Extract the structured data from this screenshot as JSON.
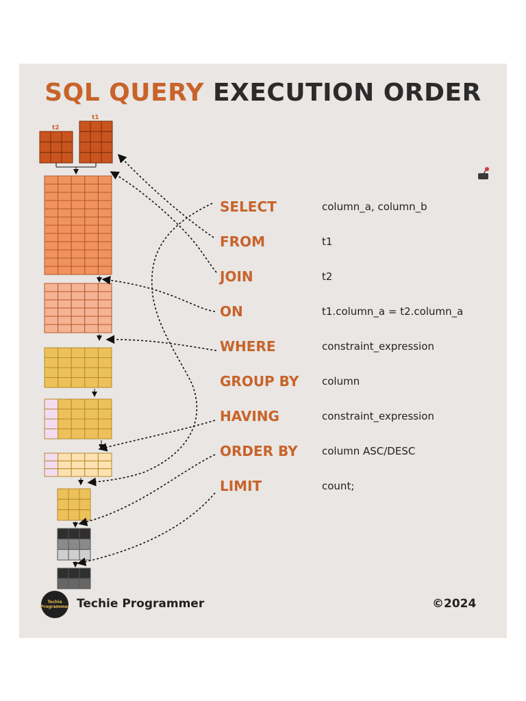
{
  "title": {
    "part1": "SQL QUERY",
    "part2": "EXECUTION ORDER"
  },
  "tables": {
    "t1_label": "t1",
    "t2_label": "t2"
  },
  "steps": [
    {
      "keyword": "SELECT",
      "value": "column_a, column_b"
    },
    {
      "keyword": "FROM",
      "value": "t1"
    },
    {
      "keyword": "JOIN",
      "value": "t2"
    },
    {
      "keyword": "ON",
      "value": "t1.column_a = t2.column_a"
    },
    {
      "keyword": "WHERE",
      "value": "constraint_expression"
    },
    {
      "keyword": "GROUP BY",
      "value": "column"
    },
    {
      "keyword": "HAVING",
      "value": "constraint_expression"
    },
    {
      "keyword": "ORDER BY",
      "value": "column ASC/DESC"
    },
    {
      "keyword": "LIMIT",
      "value": "count;"
    }
  ],
  "footer": {
    "logo_line1": "Techie",
    "logo_line2": "Programmer",
    "brand": "Techie Programmer",
    "copyright": "©2024"
  },
  "colors": {
    "accent": "#c8632a",
    "dark_orange": "#c9541e",
    "orange": "#f0935e",
    "light_orange": "#f4b494",
    "yellow": "#ecc15a",
    "pale_yellow": "#fbe2b0",
    "lavender": "#f3dcf0",
    "dark_gray": "#2f2f2f",
    "gray": "#8a8a8a",
    "light_gray": "#cfcfcf"
  },
  "icons": {
    "cursor": "joystick-icon",
    "logo": "brand-logo-icon"
  }
}
